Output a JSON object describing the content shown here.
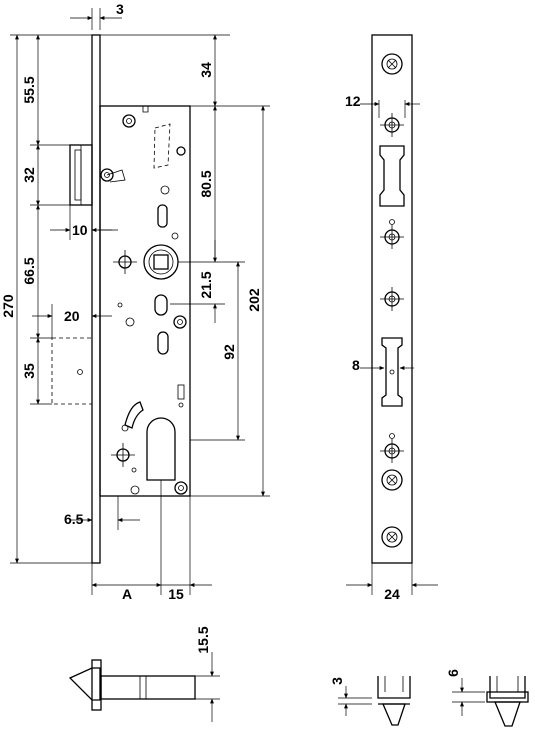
{
  "dimensions": {
    "plate_thickness": "3",
    "top_to_bolt": "55.5",
    "bolt_height": "32",
    "bolt_projection": "10",
    "total_height": "270",
    "bolt_to_spindle": "66.5",
    "latch_projection": "20",
    "latch_height": "35",
    "offset_small": "6.5",
    "backset": "A",
    "cylinder_offset": "15",
    "top_to_case": "34",
    "case_to_spindle": "80.5",
    "spindle_to_latch": "21.5",
    "spindle_to_cylinder": "92",
    "case_height": "202",
    "faceplate_hole_dia": "12",
    "latch_slot_width": "8",
    "faceplate_width": "24",
    "strike_height": "15.5",
    "profile_a_thickness": "3",
    "profile_b_thickness": "6"
  }
}
